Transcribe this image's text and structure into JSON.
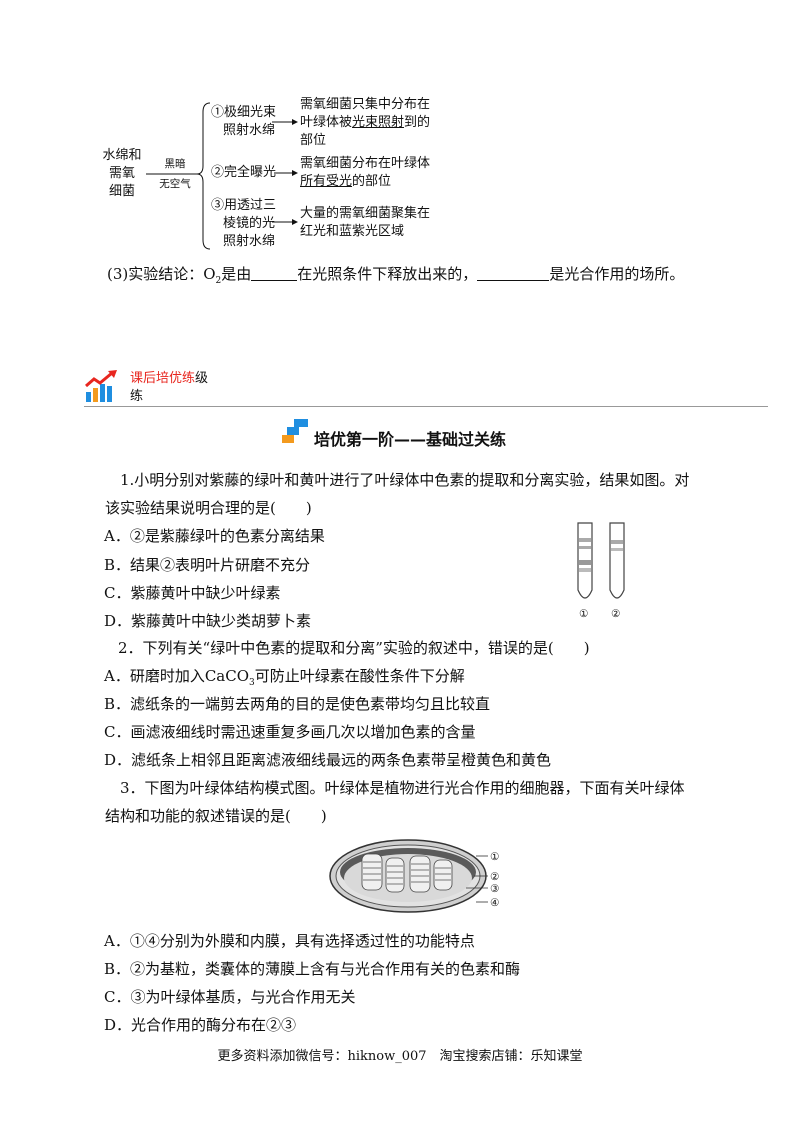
{
  "diagram": {
    "left_label": [
      "水绵和",
      "需氧",
      "细菌"
    ],
    "arrow_top": "黑暗",
    "arrow_bottom": "无空气",
    "branches": [
      {
        "condition": [
          "①极细光束",
          "照射水绵"
        ],
        "result_parts": [
          [
            "需氧细菌只集中分布在",
            ""
          ],
          [
            "叶绿体被",
            ""
          ],
          [
            "光束照射",
            "u"
          ],
          [
            "到的",
            ""
          ],
          [
            "部位",
            ""
          ]
        ]
      },
      {
        "condition": [
          "②完全曝光"
        ],
        "result_parts": [
          [
            "需氧细菌分布在叶绿体",
            ""
          ],
          [
            "所有受光",
            "u"
          ],
          [
            "的部位",
            ""
          ]
        ]
      },
      {
        "condition": [
          "③用透过三",
          "棱镜的光",
          "照射水绵"
        ],
        "result_parts": [
          [
            "大量的需氧细菌聚集在",
            ""
          ],
          [
            "红光和蓝紫光区域",
            ""
          ]
        ]
      }
    ]
  },
  "conclusion": {
    "prefix": "(3)实验结论：O",
    "sub": "2",
    "mid": "是由",
    "after_blank1": "在光照条件下释放出来的，",
    "after_blank2": "是光合作用的场所。"
  },
  "section_header": {
    "red_text": "课后培优练",
    "black_text": "级",
    "line2": "练"
  },
  "title": "培优第一阶——基础过关练",
  "q1": {
    "stem_line1": "1.小明分别对紫藤的绿叶和黄叶进行了叶绿体中色素的提取和分离实验，结果如图。对",
    "stem_line2": "该实验结果说明合理的是(　　)",
    "options": [
      "A．②是紫藤绿叶的色素分离结果",
      "B．结果②表明叶片研磨不充分",
      "C．紫藤黄叶中缺少叶绿素",
      "D．紫藤黄叶中缺少类胡萝卜素"
    ],
    "tube_labels": [
      "①",
      "②"
    ]
  },
  "q2": {
    "stem": "2．下列有关“绿叶中色素的提取和分离”实验的叙述中，错误的是(　　)",
    "options": [
      [
        "A．研磨时加入CaCO",
        "3",
        "可防止叶绿素在酸性条件下分解"
      ],
      [
        "B．滤纸条的一端剪去两角的目的是使色素带均匀且比较直"
      ],
      [
        "C．画滤液细线时需迅速重复多画几次以增加色素的含量"
      ],
      [
        "D．滤纸条上相邻且距离滤液细线最远的两条色素带呈橙黄色和黄色"
      ]
    ]
  },
  "q3": {
    "stem_line1": "3．下图为叶绿体结构模式图。叶绿体是植物进行光合作用的细胞器，下面有关叶绿体",
    "stem_line2": "结构和功能的叙述错误的是(　　)",
    "labels": [
      "①",
      "②",
      "③",
      "④"
    ],
    "options": [
      "A．①④分别为外膜和内膜，具有选择透过性的功能特点",
      "B．②为基粒，类囊体的薄膜上含有与光合作用有关的色素和酶",
      "C．③为叶绿体基质，与光合作用无关",
      "D．光合作用的酶分布在②③"
    ]
  },
  "footer": "更多资料添加微信号：hiknow_007　淘宝搜索店铺：乐知课堂",
  "colors": {
    "red": "#e8261f",
    "blue": "#1f8ee0",
    "orange": "#f39a1e",
    "gray_line": "#999999"
  }
}
